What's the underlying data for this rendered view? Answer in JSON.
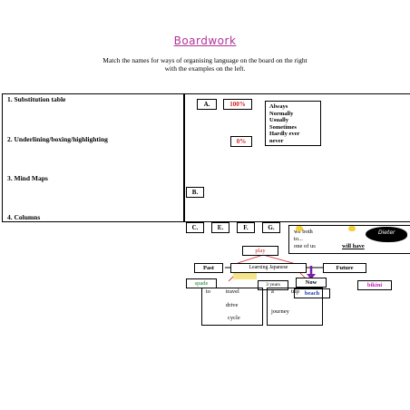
{
  "title": "Boardwork",
  "instructions": {
    "line1": "Match the names for ways of organising language on the board on the right",
    "line2": "with the examples on the left."
  },
  "left_items": [
    "1.  Substitution table",
    "2.  Underlining/boxing/highlighting",
    "3.  Mind Maps",
    "4.  Columns"
  ],
  "labels": {
    "a": "A.",
    "b": "B.",
    "c": "C.",
    "e": "E.",
    "f": "F.",
    "g": "G."
  },
  "scale": {
    "top": "100%",
    "bottom": "0%",
    "words": [
      "Always",
      "Normally",
      "Usually",
      "Sometimes",
      "Hardly ever",
      "never"
    ]
  },
  "sub_table": {
    "line1": "we both",
    "line2": "to...",
    "line3": "one of us",
    "will_have": "will have",
    "blob_text": "Dieter"
  },
  "timeline": {
    "play": "play",
    "past": "Past",
    "learning": "Learning Japanese",
    "future": "Future",
    "now": "Now",
    "years": "3 years",
    "bikini": "bikini",
    "spade": "spade",
    "beach": "beach",
    "to": "to",
    "travel": "travel",
    "drive": "drive",
    "cycle": "cycle",
    "a": "a",
    "journey": "journey",
    "tip": "trip"
  },
  "colors": {
    "title": "#b0339a",
    "red": "#d21e1e",
    "green": "#1e7a2e",
    "magenta": "#c21eb4",
    "purple": "#7a1ea8"
  }
}
